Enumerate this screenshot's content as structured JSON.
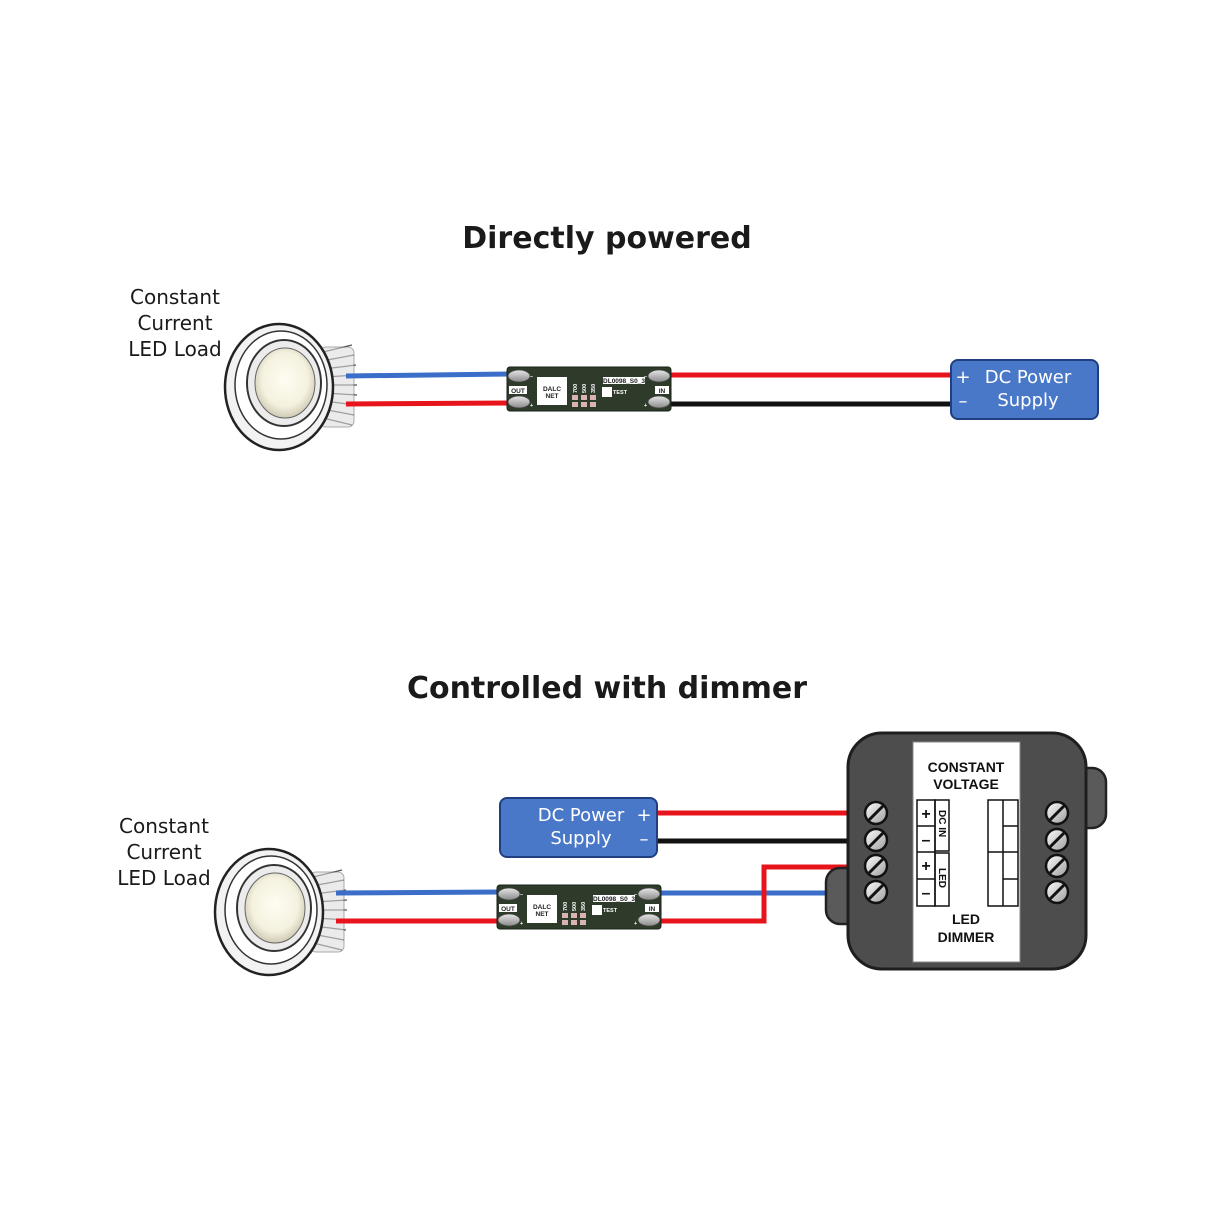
{
  "sections": [
    {
      "title": "Directly powered",
      "load_label_lines": [
        "Constant",
        "Current",
        "LED Load"
      ],
      "driver": {
        "brand_line1": "DALC",
        "brand_line2": "NET",
        "out_label": "OUT",
        "in_label": "IN",
        "model": "DL0098_S0_3",
        "test_label": "TEST",
        "currents": [
          "700",
          "500",
          "350"
        ],
        "minus": "–",
        "plus": "+"
      },
      "psu": {
        "line1": "DC Power",
        "line2": "Supply",
        "plus": "+",
        "minus": "–"
      }
    },
    {
      "title": "Controlled with dimmer",
      "load_label_lines": [
        "Constant",
        "Current",
        "LED Load"
      ],
      "driver": {
        "brand_line1": "DALC",
        "brand_line2": "NET",
        "out_label": "OUT",
        "in_label": "IN",
        "model": "DL0098_S0_3",
        "test_label": "TEST",
        "currents": [
          "700",
          "500",
          "350"
        ],
        "minus": "–",
        "plus": "+"
      },
      "psu": {
        "line1": "DC Power",
        "line2": "Supply",
        "plus": "+",
        "minus": "–"
      },
      "dimmer": {
        "top_line1": "CONSTANT",
        "top_line2": "VOLTAGE",
        "bottom_line1": "LED",
        "bottom_line2": "DIMMER",
        "dc_in": "DC IN",
        "led": "LED",
        "plus": "+",
        "minus": "–"
      }
    }
  ],
  "colors": {
    "wire_red": "#e8141c",
    "wire_blue": "#3a6ec8",
    "wire_black": "#111111",
    "psu_fill": "#4a78c8",
    "pcb_fill": "#2e3b2a",
    "dimmer_body": "#4d4d4d",
    "dimmer_panel": "#ffffff"
  }
}
